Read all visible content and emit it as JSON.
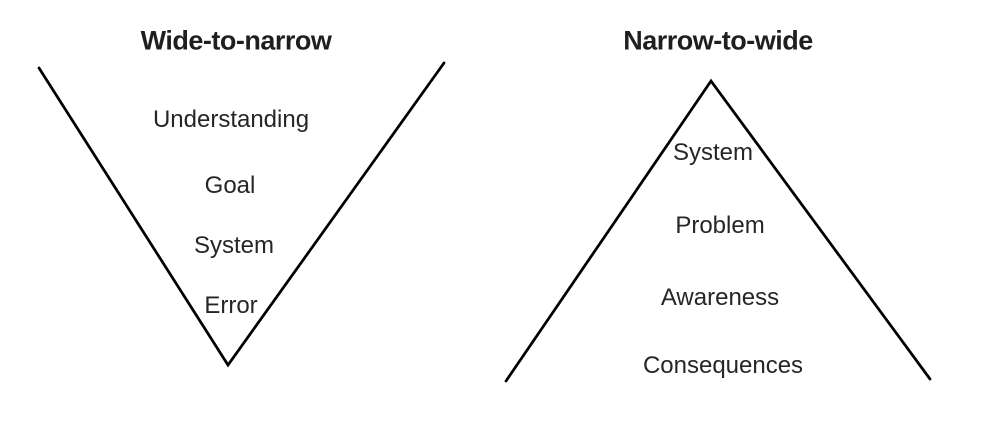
{
  "colors": {
    "background": "#ffffff",
    "title": "#1f1f1f",
    "text": "#262626",
    "line": "#000000"
  },
  "diagrams": [
    {
      "title": "Wide-to-narrow",
      "orientation": "point-down",
      "labels": [
        "Understanding",
        "Goal",
        "System",
        "Error"
      ]
    },
    {
      "title": "Narrow-to-wide",
      "orientation": "point-up",
      "labels": [
        "System",
        "Problem",
        "Awareness",
        "Consequences"
      ]
    }
  ]
}
